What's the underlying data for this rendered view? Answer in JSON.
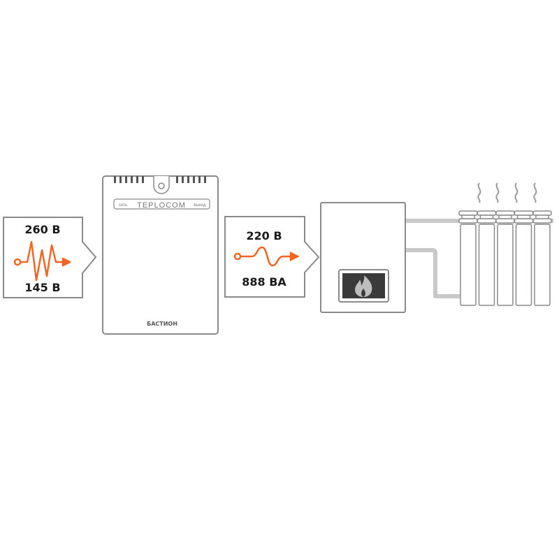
{
  "input_panel": {
    "max_voltage": "260 В",
    "min_voltage": "145 В"
  },
  "stabilizer": {
    "input_label": "сеть",
    "brand": "TEPLOCOM",
    "output_label": "выход",
    "logo": "БАСТИОН"
  },
  "output_panel": {
    "voltage": "220 В",
    "power": "888 ВА"
  },
  "colors": {
    "accent": "#f26522",
    "outline": "#8a8a8a",
    "pipe": "#c9c9c9",
    "window": "#3a3a3a"
  }
}
